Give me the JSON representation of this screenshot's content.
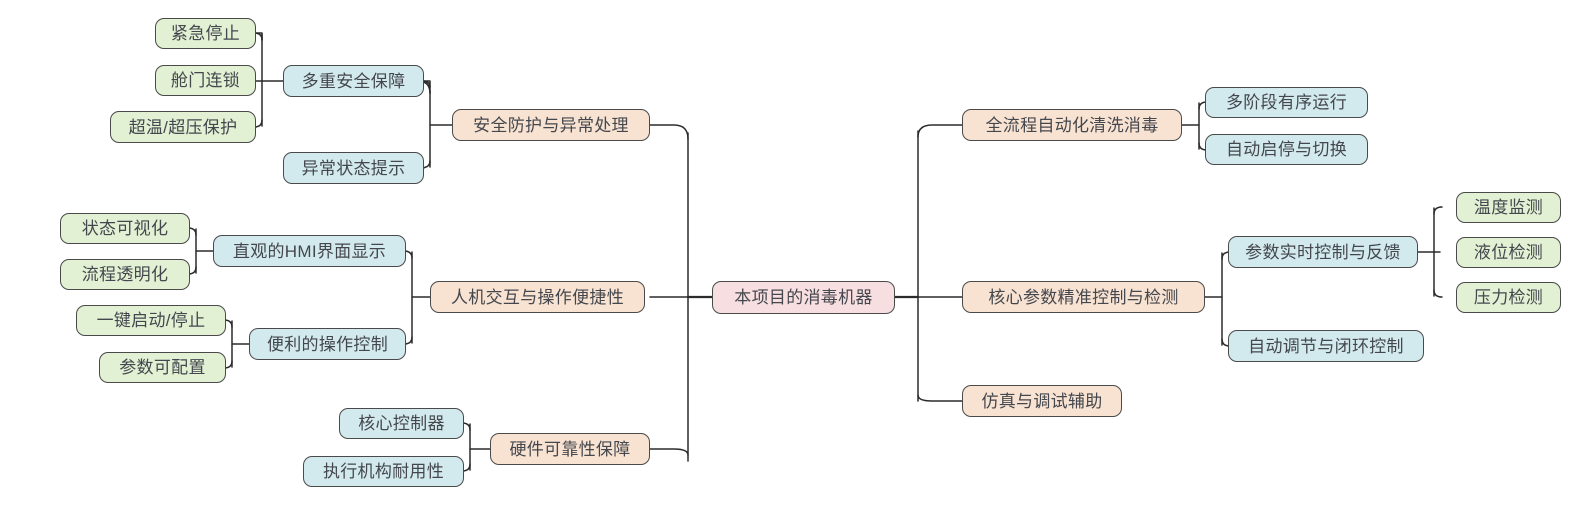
{
  "diagram": {
    "type": "mindmap",
    "title": "本项目的消毒机器",
    "background": "#ffffff",
    "colors": {
      "root_fill": "#f7dee0",
      "branch_fill": "#f8e3d2",
      "sub_fill": "#d2eaee",
      "leaf_fill": "#e2f0d4",
      "border": "#4a4a4a",
      "text": "#44474d",
      "edge": "#2b2b2b"
    },
    "root": {
      "label": "本项目的消毒机器"
    },
    "left_branches": [
      {
        "label": "安全防护与异常处理",
        "children": [
          {
            "label": "多重安全保障",
            "children": [
              {
                "label": "紧急停止"
              },
              {
                "label": "舱门连锁"
              },
              {
                "label": "超温/超压保护"
              }
            ]
          },
          {
            "label": "异常状态提示",
            "children": []
          }
        ]
      },
      {
        "label": "人机交互与操作便捷性",
        "children": [
          {
            "label": "直观的HMI界面显示",
            "children": [
              {
                "label": "状态可视化"
              },
              {
                "label": "流程透明化"
              }
            ]
          },
          {
            "label": "便利的操作控制",
            "children": [
              {
                "label": "一键启动/停止"
              },
              {
                "label": "参数可配置"
              }
            ]
          }
        ]
      },
      {
        "label": "硬件可靠性保障",
        "children": [
          {
            "label": "核心控制器",
            "children": []
          },
          {
            "label": "执行机构耐用性",
            "children": []
          }
        ]
      }
    ],
    "right_branches": [
      {
        "label": "全流程自动化清洗消毒",
        "children": [
          {
            "label": "多阶段有序运行",
            "children": []
          },
          {
            "label": "自动启停与切换",
            "children": []
          }
        ]
      },
      {
        "label": "核心参数精准控制与检测",
        "children": [
          {
            "label": "参数实时控制与反馈",
            "children": [
              {
                "label": "温度监测"
              },
              {
                "label": "液位检测"
              },
              {
                "label": "压力检测"
              }
            ]
          },
          {
            "label": "自动调节与闭环控制",
            "children": []
          }
        ]
      },
      {
        "label": "仿真与调试辅助",
        "children": []
      }
    ]
  }
}
